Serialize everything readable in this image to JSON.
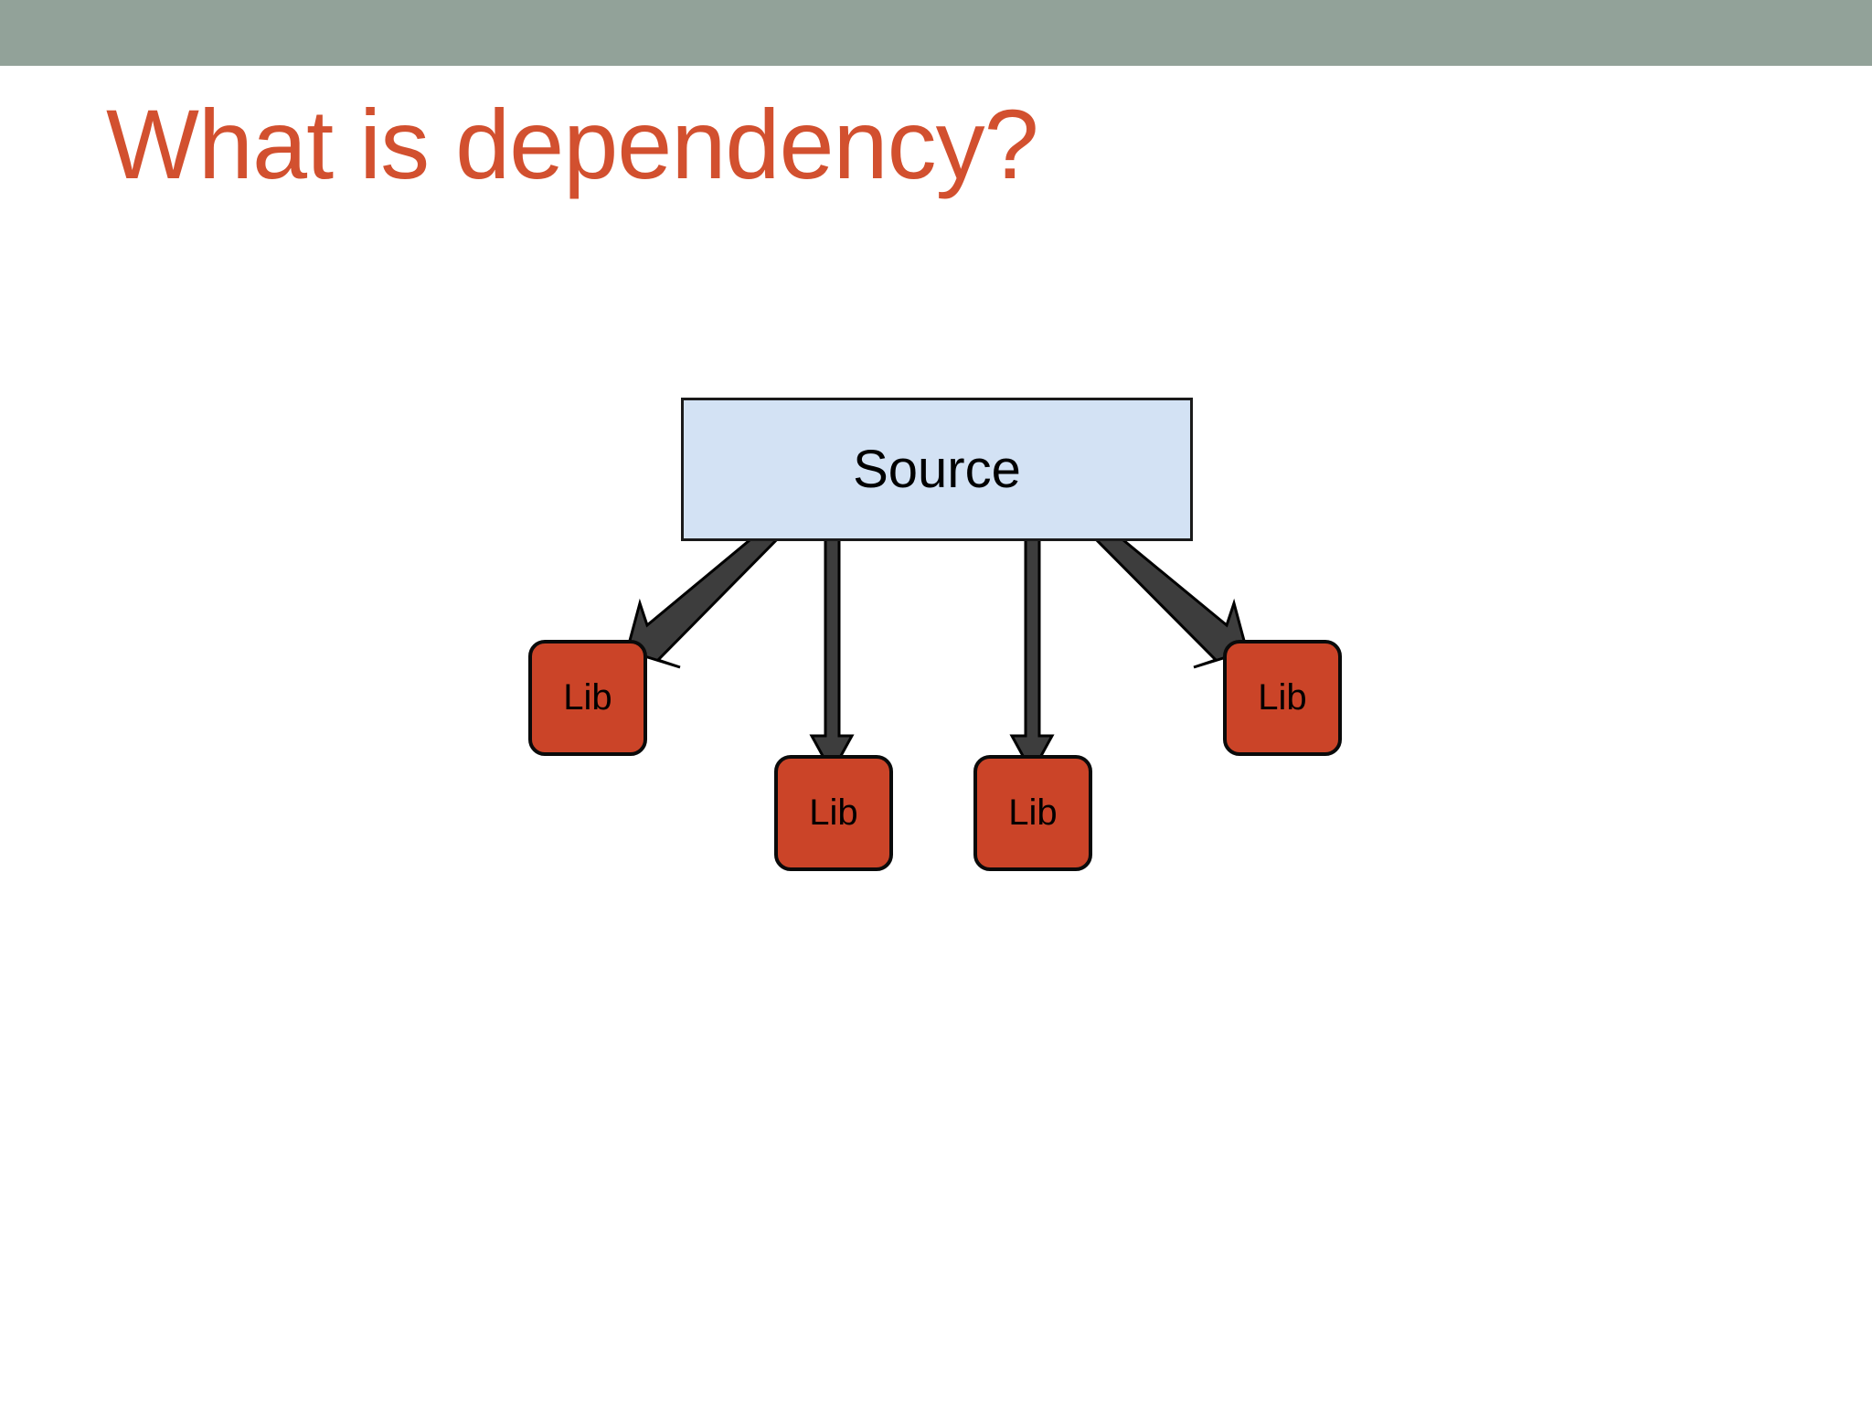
{
  "slide": {
    "title": "What is dependency?",
    "header_bar_color": "#92a299",
    "title_color": "#d2502f",
    "background_color": "#ffffff"
  },
  "diagram": {
    "type": "dependency-graph",
    "source_node": {
      "label": "Source",
      "fill_color": "#d3e2f4",
      "border_color": "#1a1a1a"
    },
    "library_nodes": [
      {
        "label": "Lib",
        "fill_color": "#cb4428",
        "border_color": "#0a0a0a"
      },
      {
        "label": "Lib",
        "fill_color": "#cb4428",
        "border_color": "#0a0a0a"
      },
      {
        "label": "Lib",
        "fill_color": "#cb4428",
        "border_color": "#0a0a0a"
      },
      {
        "label": "Lib",
        "fill_color": "#cb4428",
        "border_color": "#0a0a0a"
      }
    ],
    "arrow_color": "#3d3d3d",
    "arrow_outline_color": "#000000",
    "arrow_count": 4,
    "arrow_direction": "source-to-library"
  }
}
